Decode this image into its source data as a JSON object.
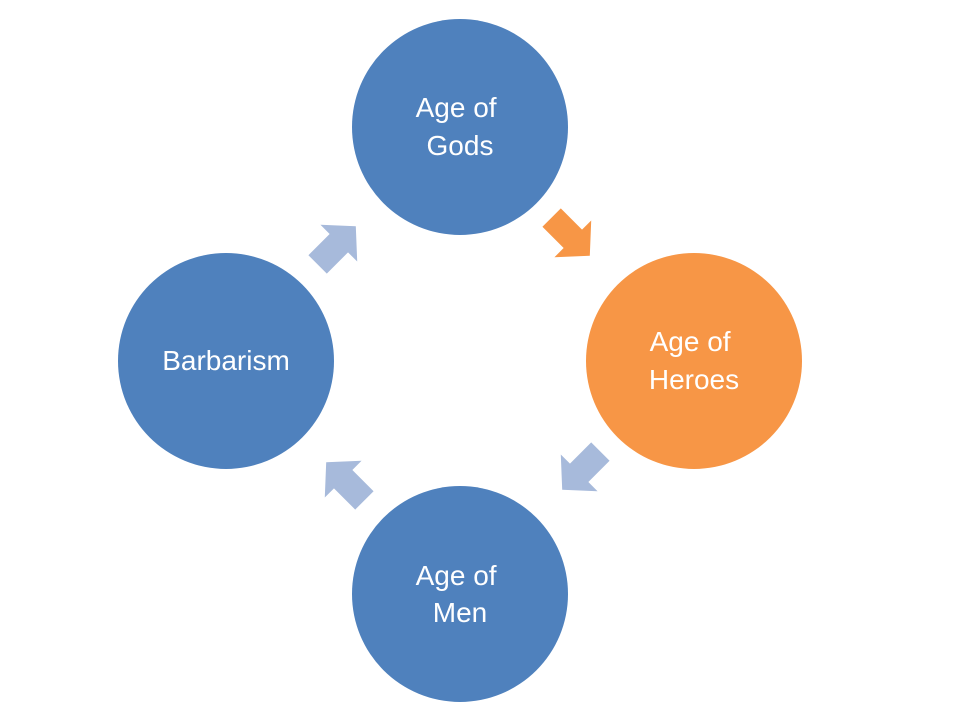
{
  "diagram": {
    "type": "cycle",
    "colors": {
      "node_default": "#4F81BD",
      "node_highlight": "#F79646",
      "arrow_default": "#A7BADB",
      "arrow_highlight": "#F79646",
      "label": "#FFFFFF"
    },
    "nodes": [
      {
        "id": "gods",
        "lines": [
          "Age of",
          "Gods"
        ],
        "highlight": false
      },
      {
        "id": "heroes",
        "lines": [
          "Age of",
          "Heroes"
        ],
        "highlight": true
      },
      {
        "id": "men",
        "lines": [
          "Age of",
          "Men"
        ],
        "highlight": false
      },
      {
        "id": "barbarism",
        "lines": [
          "Barbarism"
        ],
        "highlight": false
      }
    ],
    "arrows": [
      {
        "from": "gods",
        "to": "heroes",
        "highlight": true
      },
      {
        "from": "heroes",
        "to": "men",
        "highlight": false
      },
      {
        "from": "men",
        "to": "barbarism",
        "highlight": false
      },
      {
        "from": "barbarism",
        "to": "gods",
        "highlight": false
      }
    ]
  }
}
